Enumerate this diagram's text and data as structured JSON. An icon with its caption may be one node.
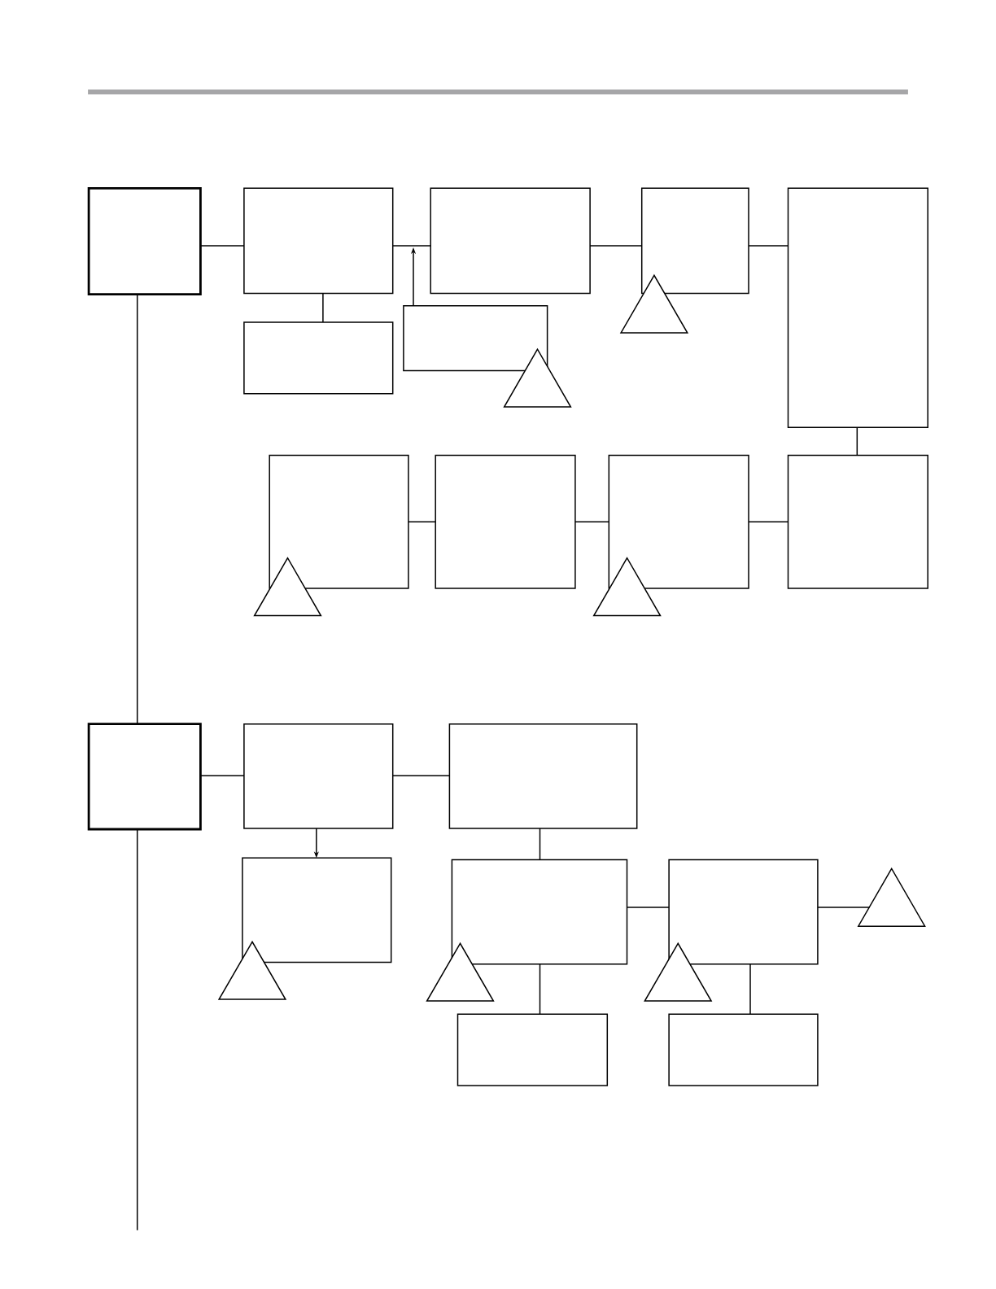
{
  "diagram": {
    "nodes": [
      {
        "text": [],
        "shape": "box"
      },
      {
        "text": [],
        "shape": "box"
      },
      {
        "text": [],
        "shape": "box"
      },
      {
        "text": [],
        "shape": "box"
      },
      {
        "text": [],
        "shape": "box"
      },
      {
        "text": [],
        "shape": "box"
      },
      {
        "text": [],
        "shape": "box"
      },
      {
        "text": [],
        "shape": "triangle"
      },
      {
        "text": [],
        "shape": "triangle"
      },
      {
        "text": [],
        "shape": "box"
      },
      {
        "text": [],
        "shape": "box"
      },
      {
        "text": [],
        "shape": "box"
      },
      {
        "text": [],
        "shape": "box"
      },
      {
        "text": [],
        "shape": "triangle"
      },
      {
        "text": [],
        "shape": "triangle"
      },
      {
        "text": [],
        "shape": "box"
      },
      {
        "text": [],
        "shape": "box"
      },
      {
        "text": [],
        "shape": "box"
      },
      {
        "text": [],
        "shape": "box"
      },
      {
        "text": [],
        "shape": "box"
      },
      {
        "text": [],
        "shape": "box"
      },
      {
        "text": [],
        "shape": "triangle"
      },
      {
        "text": [],
        "shape": "box"
      },
      {
        "text": [],
        "shape": "box"
      },
      {
        "text": [],
        "shape": "triangle"
      },
      {
        "text": [],
        "shape": "triangle"
      },
      {
        "text": [],
        "shape": "triangle"
      }
    ],
    "edges": [
      {
        "from": 0,
        "to": 1,
        "arrow": "none"
      },
      {
        "from": 1,
        "to": 2,
        "arrow": "none"
      },
      {
        "from": 6,
        "to": null,
        "arrow": "to"
      },
      {
        "from": 2,
        "to": 3,
        "arrow": "none"
      },
      {
        "from": 3,
        "to": 4,
        "arrow": "none"
      },
      {
        "from": 1,
        "to": 5,
        "arrow": "none"
      },
      {
        "from": 4,
        "to": 12,
        "arrow": "none"
      },
      {
        "from": 12,
        "to": 11,
        "arrow": "none"
      },
      {
        "from": 11,
        "to": 10,
        "arrow": "none"
      },
      {
        "from": 10,
        "to": 9,
        "arrow": "none"
      },
      {
        "from": 0,
        "to": 15,
        "arrow": "none"
      },
      {
        "from": 15,
        "to": null,
        "arrow": "none"
      },
      {
        "from": 15,
        "to": 16,
        "arrow": "none"
      },
      {
        "from": 16,
        "to": 17,
        "arrow": "none"
      },
      {
        "from": 16,
        "to": 18,
        "arrow": "to"
      },
      {
        "from": 17,
        "to": 19,
        "arrow": "none"
      },
      {
        "from": 19,
        "to": 20,
        "arrow": "none"
      },
      {
        "from": 20,
        "to": 21,
        "arrow": "none"
      },
      {
        "from": 19,
        "to": 22,
        "arrow": "none"
      },
      {
        "from": 20,
        "to": 23,
        "arrow": "none"
      }
    ]
  }
}
